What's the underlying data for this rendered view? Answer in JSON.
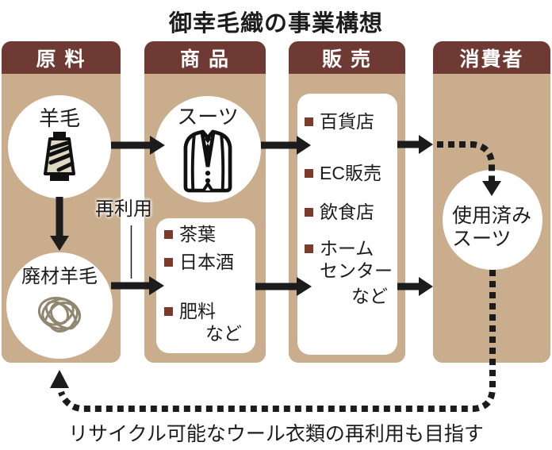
{
  "title": "御幸毛織の事業構想",
  "columns": {
    "materials": {
      "header": "原 料"
    },
    "products": {
      "header": "商 品"
    },
    "sales": {
      "header": "販 売"
    },
    "consumers": {
      "header": "消費者"
    }
  },
  "materials": {
    "wool_label": "羊毛",
    "waste_wool_label": "廃材羊毛"
  },
  "products": {
    "suit_label": "スーツ",
    "byproducts": {
      "item1": "茶葉",
      "item2": "日本酒",
      "item3": "肥料",
      "etc": "など"
    }
  },
  "sales": {
    "channels": {
      "item1": "百貨店",
      "item2": "EC販売",
      "item3": "飲食店",
      "item4_line1": "ホーム",
      "item4_line2": "センター",
      "etc": "など"
    }
  },
  "consumers": {
    "used_suit_line1": "使用済み",
    "used_suit_line2": "スーツ"
  },
  "labels": {
    "reuse": "再利用",
    "footer_note": "リサイクル可能なウール衣類の再利用も目指す"
  },
  "icons": {
    "wool": "yarn-cone-icon",
    "waste_wool": "tangled-wool-icon",
    "suit": "suit-jacket-icon"
  },
  "colors": {
    "column_bg": "#c9ad8c",
    "header_bg": "#6e3a33",
    "bullet": "#7c3b2a",
    "line": "#1c1c1c",
    "node_bg": "#ffffff",
    "yarn_fill": "#ded8c2",
    "tangle_stroke": "#8c8068"
  }
}
